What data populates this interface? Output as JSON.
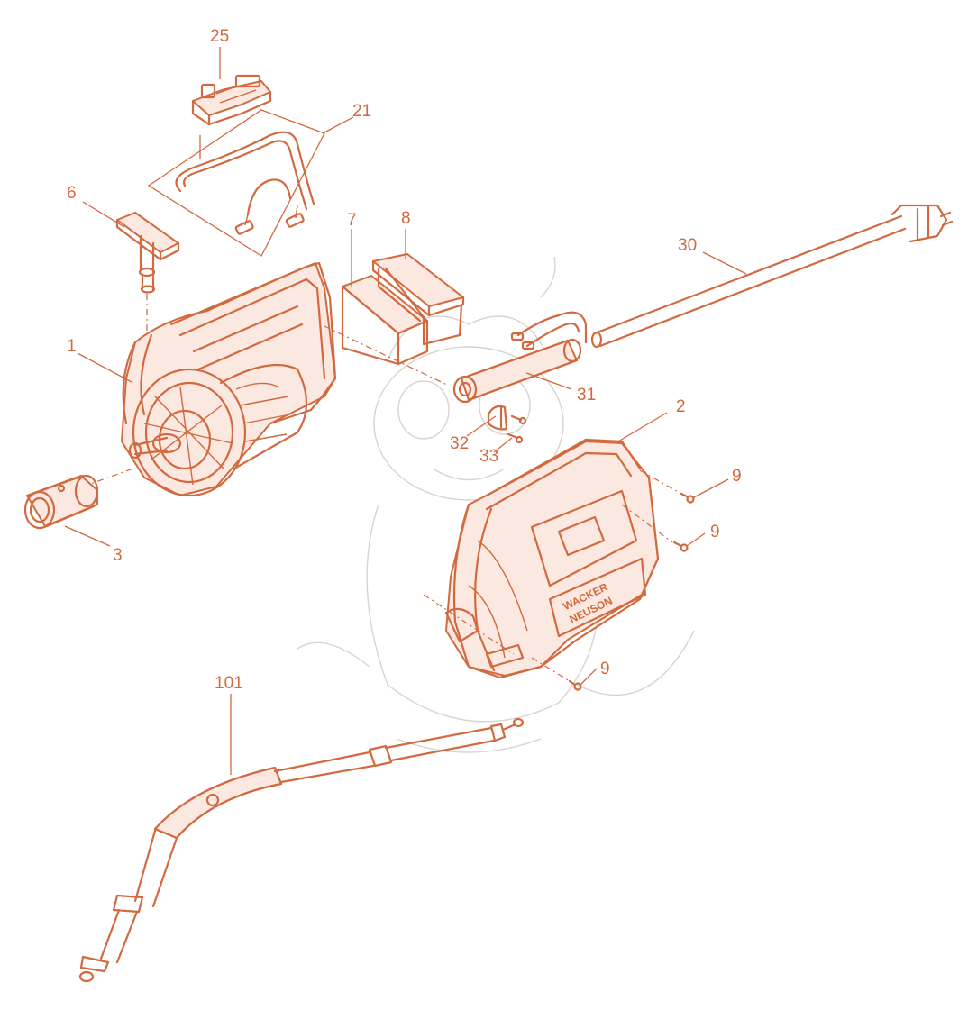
{
  "colors": {
    "line": "#d2693f",
    "fill": "#fbe9e1",
    "watermark": "#d9d4cf",
    "background": "#ffffff"
  },
  "labels": {
    "p25": "25",
    "p21": "21",
    "p6": "6",
    "p7": "7",
    "p8": "8",
    "p30": "30",
    "p1": "1",
    "p31": "31",
    "p2": "2",
    "p32": "32",
    "p33": "33",
    "p9a": "9",
    "p9b": "9",
    "p3": "3",
    "p9c": "9",
    "p101": "101"
  },
  "logo": {
    "line1": "WACKER",
    "line2": "NEUSON"
  }
}
